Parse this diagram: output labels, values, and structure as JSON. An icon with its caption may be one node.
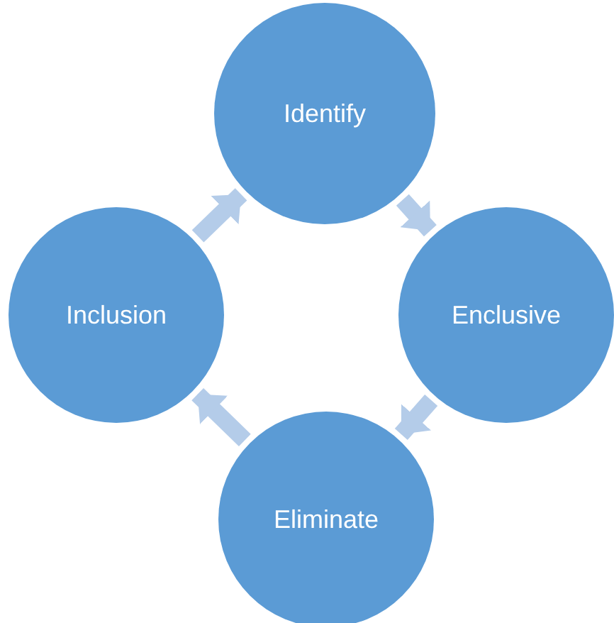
{
  "diagram": {
    "nodes": [
      {
        "text": [
          "Identify"
        ]
      },
      {
        "text": [
          "Enclusive"
        ]
      },
      {
        "text": [
          "Eliminate"
        ]
      },
      {
        "text": [
          "Inclusion"
        ]
      }
    ],
    "edges": [
      {
        "from": 0,
        "to": 1,
        "arrow": "to"
      },
      {
        "from": 1,
        "to": 2,
        "arrow": "to"
      },
      {
        "from": 2,
        "to": 3,
        "arrow": "to"
      },
      {
        "from": 3,
        "to": 0,
        "arrow": "to"
      }
    ]
  }
}
